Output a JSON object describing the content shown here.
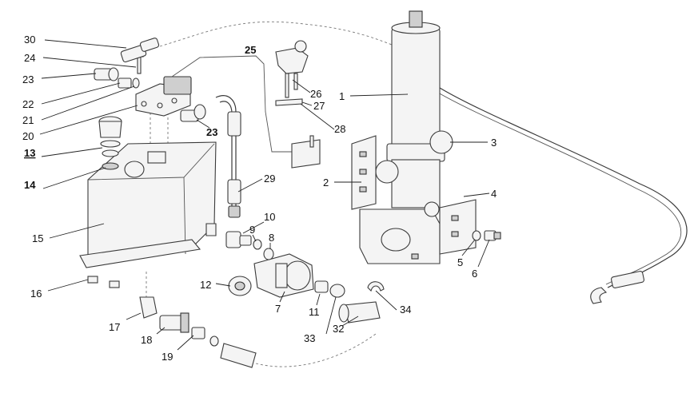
{
  "callouts": [
    {
      "id": "1",
      "label": "1"
    },
    {
      "id": "2",
      "label": "2"
    },
    {
      "id": "3",
      "label": "3"
    },
    {
      "id": "4",
      "label": "4"
    },
    {
      "id": "5",
      "label": "5"
    },
    {
      "id": "6",
      "label": "6"
    },
    {
      "id": "7",
      "label": "7"
    },
    {
      "id": "8",
      "label": "8"
    },
    {
      "id": "9",
      "label": "9"
    },
    {
      "id": "10",
      "label": "10"
    },
    {
      "id": "11",
      "label": "11"
    },
    {
      "id": "12",
      "label": "12"
    },
    {
      "id": "13",
      "label": "13"
    },
    {
      "id": "14",
      "label": "14"
    },
    {
      "id": "15",
      "label": "15"
    },
    {
      "id": "16",
      "label": "16"
    },
    {
      "id": "17",
      "label": "17"
    },
    {
      "id": "18",
      "label": "18"
    },
    {
      "id": "19",
      "label": "19"
    },
    {
      "id": "20",
      "label": "20"
    },
    {
      "id": "21",
      "label": "21"
    },
    {
      "id": "22",
      "label": "22"
    },
    {
      "id": "23a",
      "label": "23"
    },
    {
      "id": "23b",
      "label": "23"
    },
    {
      "id": "24",
      "label": "24"
    },
    {
      "id": "25",
      "label": "25"
    },
    {
      "id": "26",
      "label": "26"
    },
    {
      "id": "27",
      "label": "27"
    },
    {
      "id": "28",
      "label": "28"
    },
    {
      "id": "29",
      "label": "29"
    },
    {
      "id": "30",
      "label": "30"
    },
    {
      "id": "32",
      "label": "32"
    },
    {
      "id": "33",
      "label": "33"
    },
    {
      "id": "34",
      "label": "34"
    }
  ]
}
